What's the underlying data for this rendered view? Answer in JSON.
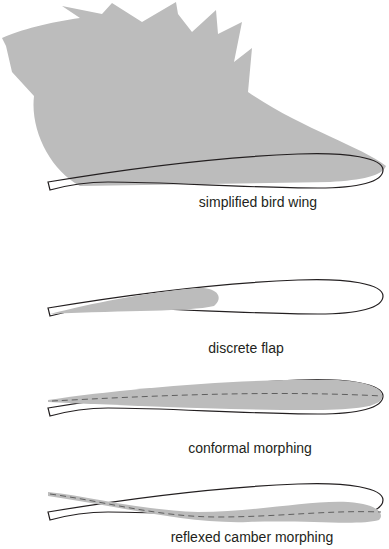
{
  "diagram": {
    "labels": [
      "simplified bird wing",
      "discrete flap",
      "conformal morphing",
      "reflexed camber morphing"
    ]
  }
}
